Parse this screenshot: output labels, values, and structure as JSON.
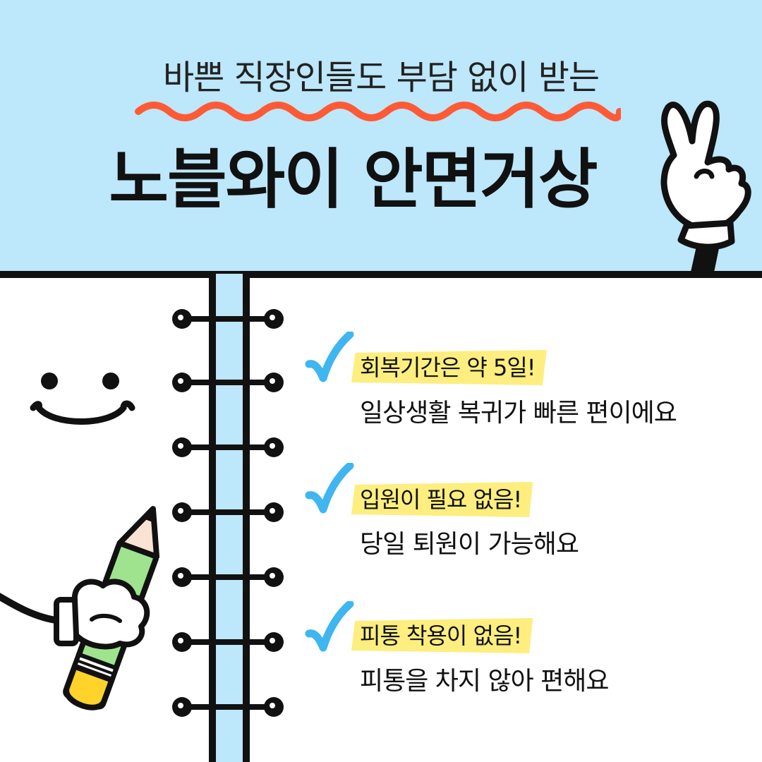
{
  "header": {
    "subtitle": "바쁜 직장인들도 부담 없이 받는",
    "title": "노블와이 안면거상"
  },
  "colors": {
    "sky": "#bde7fb",
    "highlight": "#fdee7f",
    "wave": "#ff5a36",
    "check": "#3fb6f0",
    "pencil_body": "#9fe38f",
    "pencil_tip": "#ffd32a"
  },
  "items": [
    {
      "heading": "회복기간은 약 5일!",
      "body": "일상생활 복귀가 빠른 편이에요"
    },
    {
      "heading": "입원이 필요 없음!",
      "body": "당일 퇴원이 가능해요"
    },
    {
      "heading": "피통 착용이 없음!",
      "body": "피통을 차지 않아 편해요"
    }
  ],
  "icons": [
    "wavy-underline",
    "peace-hand-icon",
    "smile-face-icon",
    "pencil-hand-icon",
    "check-icon",
    "notebook-ring-icon"
  ]
}
